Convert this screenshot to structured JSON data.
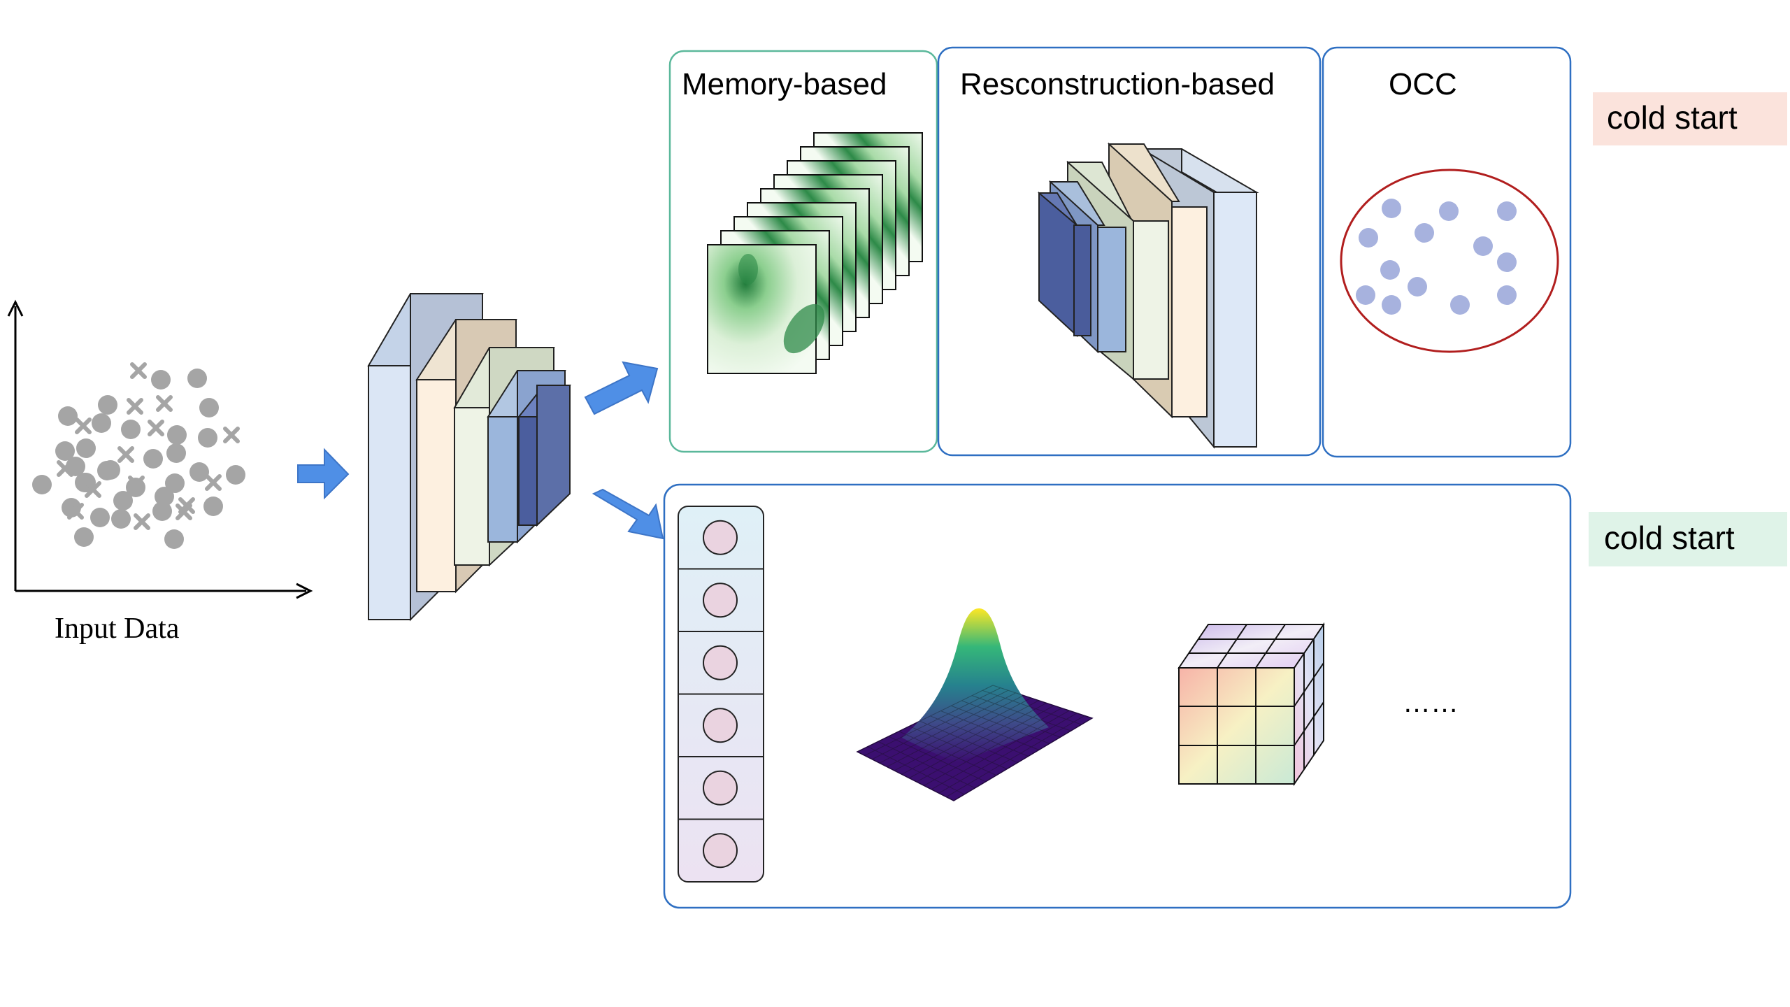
{
  "input": {
    "label": "Input Data"
  },
  "panels": {
    "memory": {
      "title": "Memory-based"
    },
    "reconstruction": {
      "title": "Resconstruction-based"
    },
    "occ": {
      "title": "OCC"
    }
  },
  "tags": {
    "top": {
      "label": "cold start",
      "bg": "#fbe3dc"
    },
    "bottom": {
      "label": "cold start",
      "bg": "#dff3e8"
    }
  },
  "bottom_panel": {
    "ellipsis": "……"
  },
  "colors": {
    "panel_border": "#2e6fc2",
    "memory_border": "#5bb89b",
    "occ_ellipse": "#b11e1e",
    "occ_dot": "#a7b2de",
    "arrow": "#4f8fe6",
    "scatter": "#a5a5a5"
  },
  "icons": [
    "axis-arrow-icon",
    "block-arrow-icon",
    "cnn-layers-icon",
    "heatmap-stack-icon",
    "gaussian-surface-icon",
    "cube-icon",
    "circle-node-icon"
  ]
}
